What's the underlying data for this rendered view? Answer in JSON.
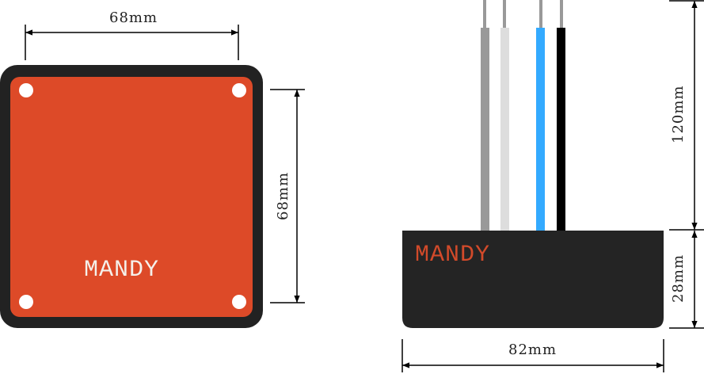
{
  "top_view": {
    "brand_label": "MANDY",
    "width_label": "68mm",
    "height_label": "68mm",
    "frame_color": "#222222",
    "face_color": "#DD4A28",
    "hole_color": "#FFFFFF",
    "brand_color": "#F5F0EA"
  },
  "side_view": {
    "brand_label": "MANDY",
    "width_label": "82mm",
    "body_height_label": "28mm",
    "wire_length_label": "120mm",
    "body_color": "#242424",
    "brand_color": "#D24A2A",
    "wires": [
      {
        "name": "gray-wire",
        "color": "#999999"
      },
      {
        "name": "white-wire",
        "color": "#DDDDDD"
      },
      {
        "name": "blue-wire",
        "color": "#33AAFF"
      },
      {
        "name": "black-wire",
        "color": "#000000"
      }
    ],
    "wire_tip_color": "#999999"
  }
}
